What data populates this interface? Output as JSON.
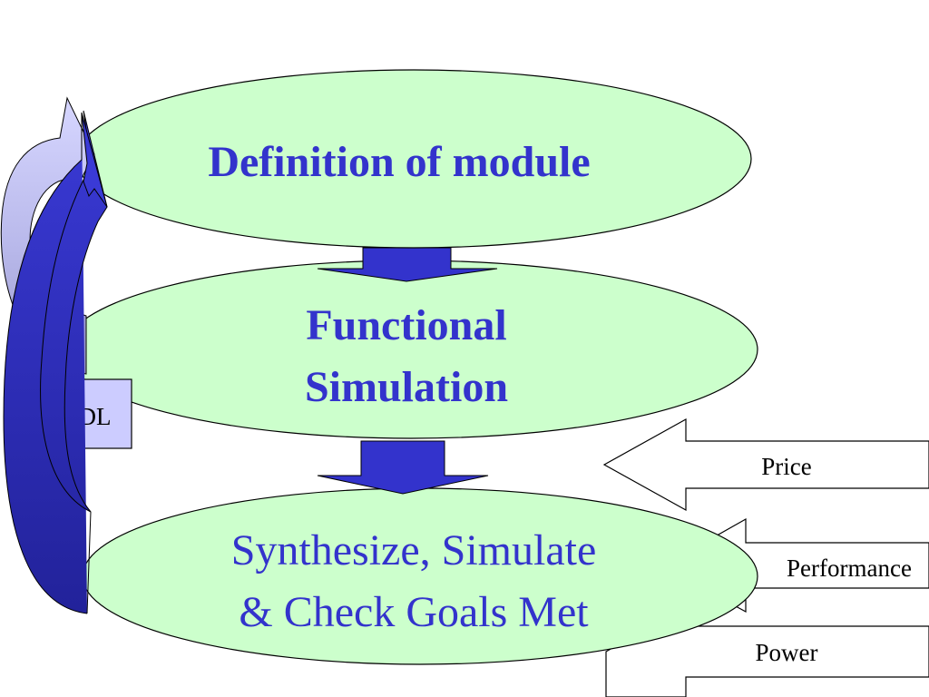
{
  "diagram": {
    "steps": [
      {
        "lines": [
          "Definition of module"
        ]
      },
      {
        "lines": [
          "Functional",
          "Simulation"
        ]
      },
      {
        "lines": [
          "Synthesize, Simulate",
          "& Check Goals Met"
        ]
      }
    ],
    "side_label": "VHDL",
    "constraints": [
      "Price",
      "Performance",
      "Power"
    ]
  },
  "colors": {
    "ellipse_fill": "#ccffcc",
    "text_blue": "#3333cc",
    "arrow_blue": "#3333cc",
    "arrow_dark_blue": "#2a2aa8",
    "loop_arrow_light": "#ccccff",
    "loop_arrow_shadow": "#9999cc",
    "vhdl_box_fill": "#ccccff",
    "constraint_arrow_fill": "#ffffff"
  }
}
